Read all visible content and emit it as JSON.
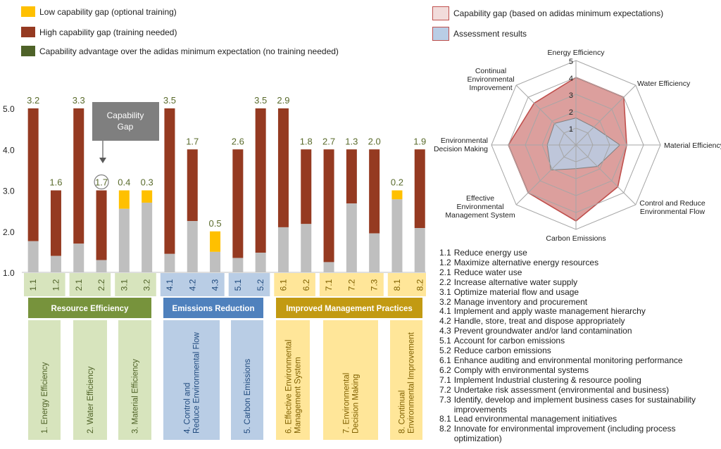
{
  "legend_left": [
    {
      "label": "Low capability  gap (optional training)",
      "color": "#ffc000"
    },
    {
      "label": "High capability gap (training needed)",
      "color": "#953a21"
    },
    {
      "label": "Capability advantage  over the adidas minimum  expectation (no training needed)",
      "color": "#4e6228"
    }
  ],
  "legend_right": [
    {
      "label": "Capability gap (based on adidas  minimum  expectations)",
      "color": "#f2dcdb",
      "border": "#c0504d"
    },
    {
      "label": "Assessment   results",
      "color": "#b9cde5",
      "border": "#c0504d"
    }
  ],
  "callout": {
    "line1": "Capability",
    "line2": "Gap"
  },
  "categories_panel": [
    {
      "name": "Resource Efficiency",
      "header_color": "#77933c",
      "box_color": "#d7e4bd",
      "text_color": "#4f6228",
      "items": [
        "1. Energy Efficiency",
        "2. Water Efficiency",
        "3. Material Efficiency"
      ]
    },
    {
      "name": "Emissions Reduction",
      "header_color": "#4f81bd",
      "box_color": "#b9cde5",
      "text_color": "#1f497d",
      "items": [
        "4. Control and Reduce Environmental Flow",
        "5. Carbon Emissions"
      ]
    },
    {
      "name": "Improved Management Practices",
      "header_color": "#c29a12",
      "box_color": "#ffe699",
      "text_color": "#7f6000",
      "items": [
        "6. Effective Environmental Management System",
        "7. Environmental Decision Making",
        "8. Continual Environmental Improvement"
      ]
    }
  ],
  "definitions": [
    {
      "code": "1.1",
      "text": "Reduce energy use"
    },
    {
      "code": "1.2",
      "text": "Maximize  alternative  energy resources"
    },
    {
      "code": "2.1",
      "text": "Reduce water use"
    },
    {
      "code": "2.2",
      "text": "Increase alternative  water supply"
    },
    {
      "code": "3.1",
      "text": "Optimize  material flow and usage"
    },
    {
      "code": "3.2",
      "text": "Manage inventory and procurement"
    },
    {
      "code": "4.1",
      "text": "Implement  and apply  waste management  hierarchy"
    },
    {
      "code": "4.2",
      "text": "Handle,  store, treat and dispose appropriately"
    },
    {
      "code": "4.3",
      "text": "Prevent groundwater and/or land contamination"
    },
    {
      "code": "5.1",
      "text": "Account for carbon emissions"
    },
    {
      "code": "5.2",
      "text": "Reduce carbon emissions"
    },
    {
      "code": "6.1",
      "text": "Enhance auditing  and environmental  monitoring performance"
    },
    {
      "code": "6.2",
      "text": "Comply  with environmental systems"
    },
    {
      "code": "7.1",
      "text": "Implement  Industrial clustering & resource pooling"
    },
    {
      "code": "7.2",
      "text": "Undertake risk assessment  (environmental and business)"
    },
    {
      "code": "7.3",
      "text": "Identify, develop and implement  business cases for sustainability improvements"
    },
    {
      "code": "8.1",
      "text": "Lead environmental  management  initiatives"
    },
    {
      "code": "8.2",
      "text": "Innovate for environmental improvement  (including process optimization)"
    }
  ],
  "chart_data": [
    {
      "type": "bar",
      "stacked": true,
      "title": "",
      "xlabel": "",
      "ylabel": "",
      "ylim": [
        1.0,
        5.0
      ],
      "yticks": [
        "1.0",
        "2.0",
        "3.0",
        "4.0",
        "5.0"
      ],
      "categories": [
        "1.1",
        "1.2",
        "2.1",
        "2.2",
        "3.1",
        "3.2",
        "4.1",
        "4.2",
        "4.3",
        "5.1",
        "5.2",
        "6.1",
        "6.2",
        "7.1",
        "7.2",
        "7.3",
        "8.1",
        "8.2"
      ],
      "category_groups": [
        "1",
        "1",
        "2",
        "2",
        "3",
        "3",
        "4",
        "4",
        "4",
        "5",
        "5",
        "6",
        "6",
        "7",
        "7",
        "7",
        "8",
        "8"
      ],
      "series": [
        {
          "name": "Assessment results",
          "color": "#bfbfbf",
          "values": [
            1.76,
            1.4,
            1.7,
            1.3,
            2.55,
            2.7,
            1.45,
            2.25,
            1.5,
            1.35,
            1.48,
            2.1,
            2.18,
            1.25,
            2.68,
            1.95,
            2.78,
            2.08
          ]
        },
        {
          "name": "Capability gap",
          "colors": [
            "#953a21",
            "#953a21",
            "#953a21",
            "#953a21",
            "#ffc000",
            "#ffc000",
            "#953a21",
            "#953a21",
            "#ffc000",
            "#953a21",
            "#953a21",
            "#953a21",
            "#953a21",
            "#953a21",
            "#953a21",
            "#953a21",
            "#ffc000",
            "#953a21"
          ],
          "totals": [
            5,
            3,
            5,
            3,
            3,
            3,
            5,
            4,
            2,
            4,
            5,
            5,
            4,
            4,
            4,
            4,
            3,
            4
          ]
        }
      ],
      "data_labels": [
        "3.2",
        "1.6",
        "3.3",
        "1.7",
        "0.4",
        "0.3",
        "3.5",
        "1.7",
        "0.5",
        "2.6",
        "3.5",
        "2.9",
        "1.8",
        "2.7",
        "1.3",
        "2.0",
        "0.2",
        "1.9"
      ],
      "highlighted_label": "1.7"
    },
    {
      "type": "radar",
      "title": "",
      "axes": [
        "Energy Efficiency",
        "Water Efficiency",
        "Material Efficiency",
        "Control and Reduce Environmental Flow",
        "Carbon Emissions",
        "Effective Environmental Management System",
        "Environmental Decision Making",
        "Continual Environmental Improvement"
      ],
      "range": [
        0,
        5
      ],
      "ring_labels": [
        "1",
        "2",
        "3",
        "4",
        "5"
      ],
      "series": [
        {
          "name": "Capability gap (based on adidas  minimum  expectations)",
          "fill": "#c0504d",
          "stroke": "#c0504d",
          "values": [
            4.0,
            4.0,
            3.0,
            3.5,
            4.5,
            4.0,
            4.0,
            3.5
          ]
        },
        {
          "name": "Assessment   results",
          "fill": "#b9cde5",
          "stroke": "#7f7f7f",
          "values": [
            1.6,
            1.5,
            2.6,
            1.8,
            1.4,
            2.1,
            1.7,
            1.8
          ]
        }
      ]
    }
  ]
}
